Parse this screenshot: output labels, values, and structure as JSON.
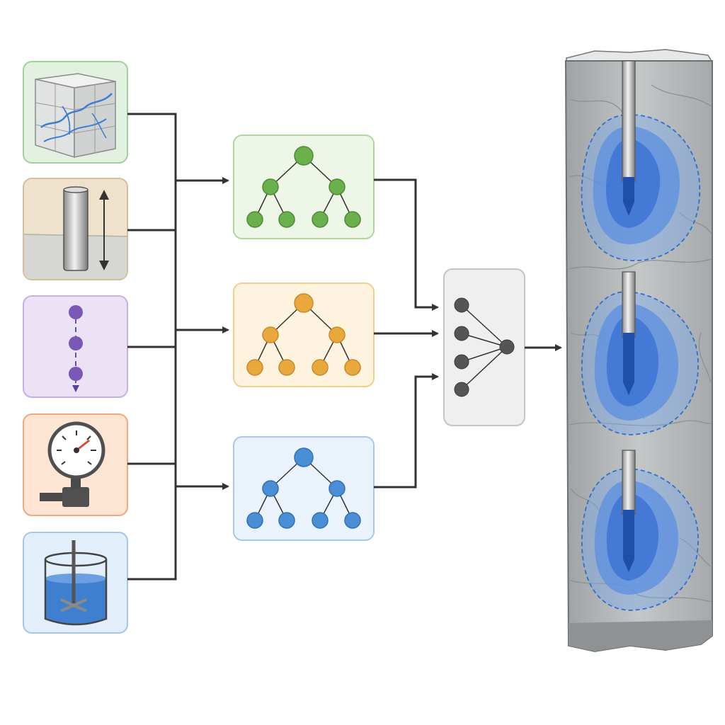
{
  "diagram": {
    "inputs": [
      {
        "id": "fractured-rock",
        "icon": "fractured-rock-cube-icon",
        "fill": "#e3f1e1",
        "stroke": "#9fd19a"
      },
      {
        "id": "borehole-depth",
        "icon": "borehole-pipe-depth-icon",
        "fill": "#efe2cd",
        "stroke": "#d2bf9f"
      },
      {
        "id": "sequence",
        "icon": "vertical-sequence-icon",
        "fill": "#ebe2f5",
        "stroke": "#c5b2e0"
      },
      {
        "id": "pressure",
        "icon": "pressure-gauge-icon",
        "fill": "#fde4d3",
        "stroke": "#eeaa7e"
      },
      {
        "id": "grout-mix",
        "icon": "mixing-tank-icon",
        "fill": "#e2eefa",
        "stroke": "#a6c6e8"
      }
    ],
    "models": [
      {
        "id": "tree-green",
        "color": "#6ab04c",
        "fill": "#eef7e7",
        "stroke": "#aed89a"
      },
      {
        "id": "tree-orange",
        "color": "#e9a83b",
        "fill": "#fdf3df",
        "stroke": "#f1cf8c"
      },
      {
        "id": "tree-blue",
        "color": "#4a8fd6",
        "fill": "#eaf2fb",
        "stroke": "#a9c8ec"
      }
    ],
    "ensemble": {
      "icon": "ensemble-network-icon",
      "fill": "#efefef",
      "stroke": "#c4c4c4",
      "node_color": "#555555"
    },
    "output": {
      "icon": "grouted-rock-column-icon",
      "grout_color": "#2f6fcf",
      "rock_color": "#b9bcbd"
    },
    "connector_color": "#333333"
  }
}
